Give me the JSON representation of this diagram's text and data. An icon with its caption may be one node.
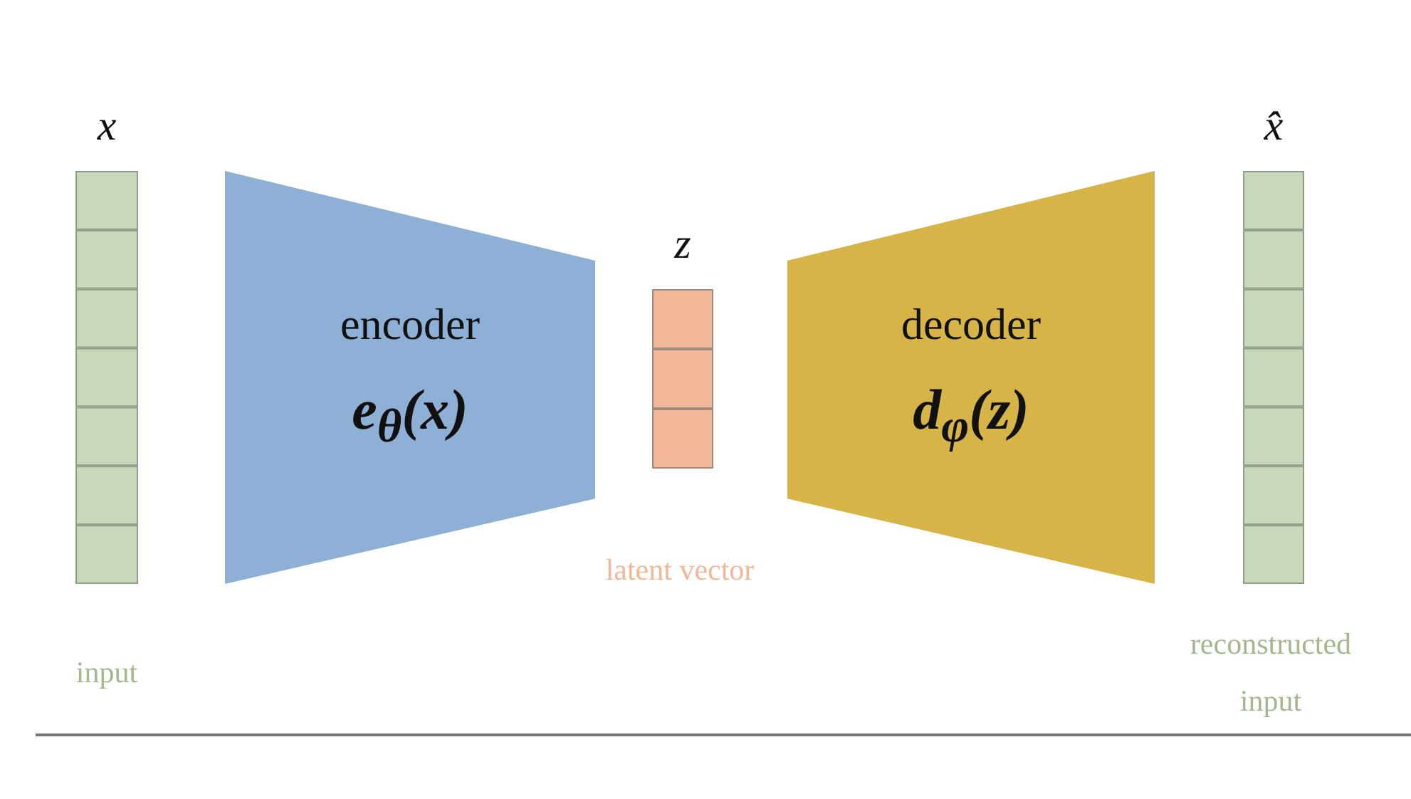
{
  "diagram": {
    "nodes": [
      {
        "text": [
          "x"
        ],
        "beside": [
          "input"
        ]
      },
      {
        "text": [
          "encoder",
          "e$_{θ}$(x)"
        ]
      },
      {
        "text": [
          "z"
        ]
      },
      {
        "text": [
          "decoder",
          "d$_{φ}$(z)"
        ]
      },
      {
        "text": [
          "x̂"
        ],
        "beside": [
          "reconstructed input"
        ]
      }
    ],
    "labels": [
      "latent vector"
    ]
  }
}
